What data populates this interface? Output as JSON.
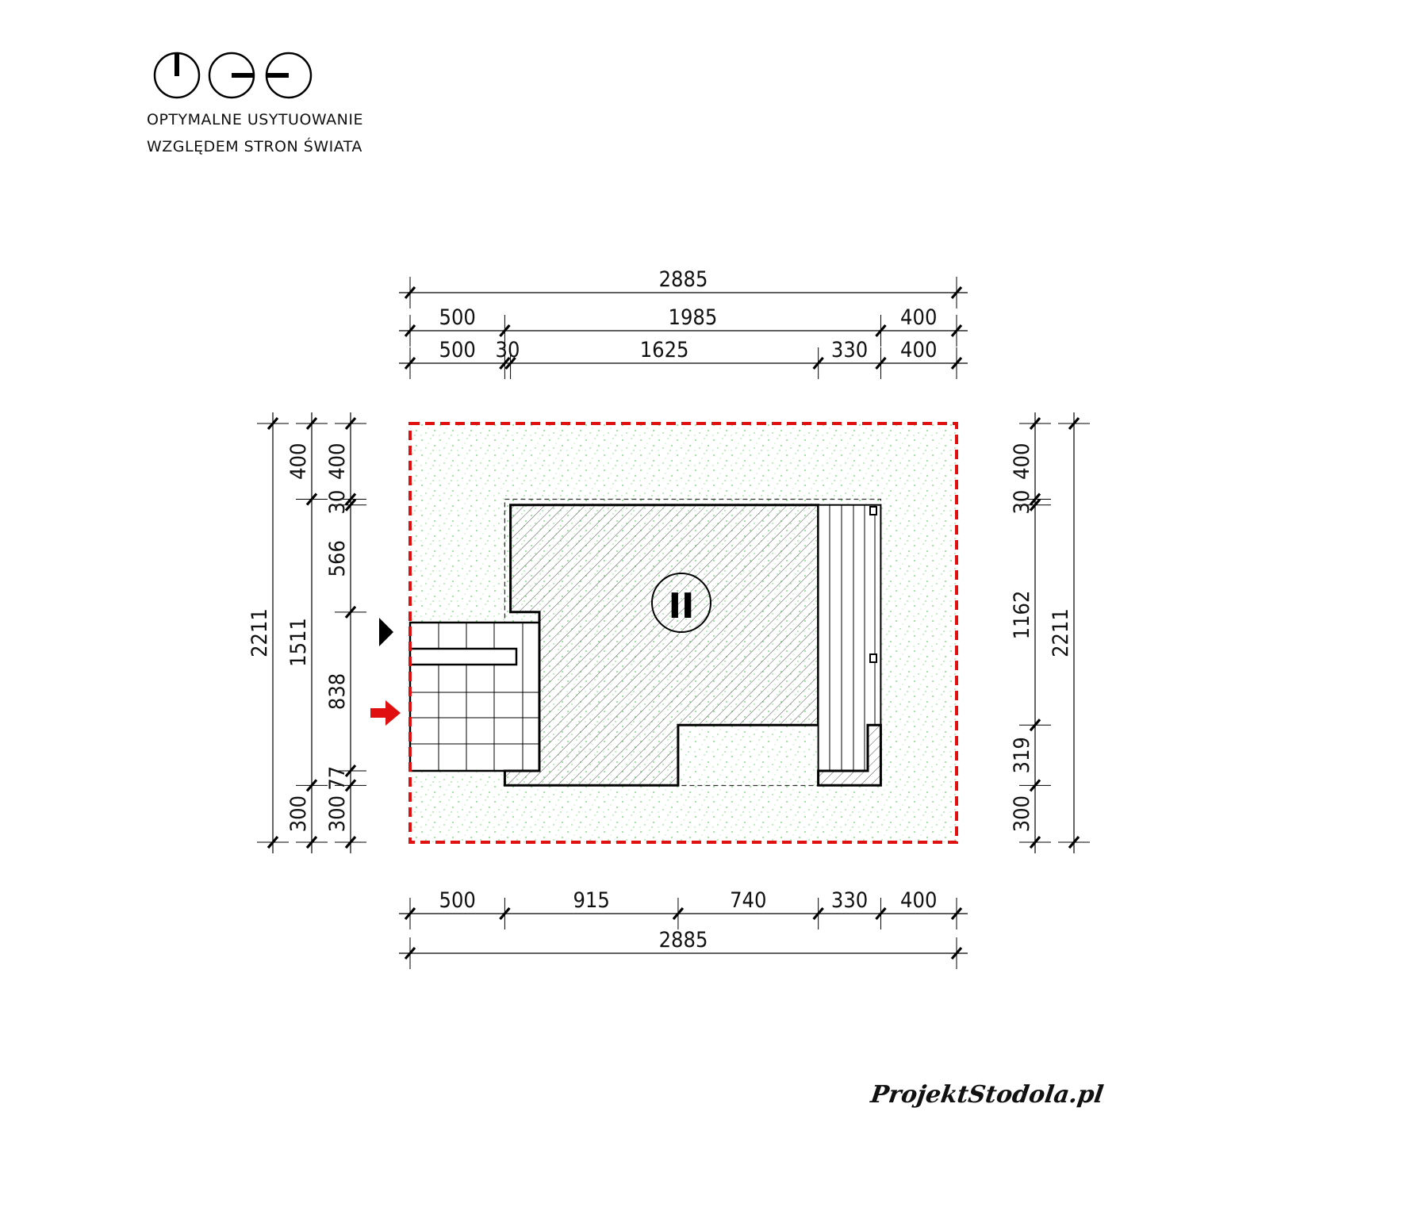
{
  "orientation": {
    "caption_line1": "OPTYMALNE USYTUOWANIE",
    "caption_line2": "WZGLĘDEM STRON ŚWIATA",
    "icons": [
      "north-orientation-icon",
      "east-orientation-icon",
      "west-orientation-icon"
    ]
  },
  "building": {
    "label": "II"
  },
  "dimensions": {
    "top_total": [
      2885
    ],
    "top_middle": [
      500,
      1985,
      400
    ],
    "top_detail": [
      500,
      30,
      1625,
      330,
      400
    ],
    "bottom_detail": [
      500,
      915,
      740,
      330,
      400
    ],
    "bottom_total": [
      2885
    ],
    "left_total": [
      2211
    ],
    "left_middle": [
      400,
      1511,
      300
    ],
    "left_detail": [
      400,
      30,
      566,
      838,
      77,
      300
    ],
    "right_detail": [
      400,
      30,
      1162,
      319,
      300
    ],
    "right_total": [
      2211
    ]
  },
  "colors": {
    "plot_boundary": "#e01010",
    "grass": "#5fd35f",
    "entrance_arrow": "#e01010"
  },
  "logo": "ProjektStodola.pl"
}
